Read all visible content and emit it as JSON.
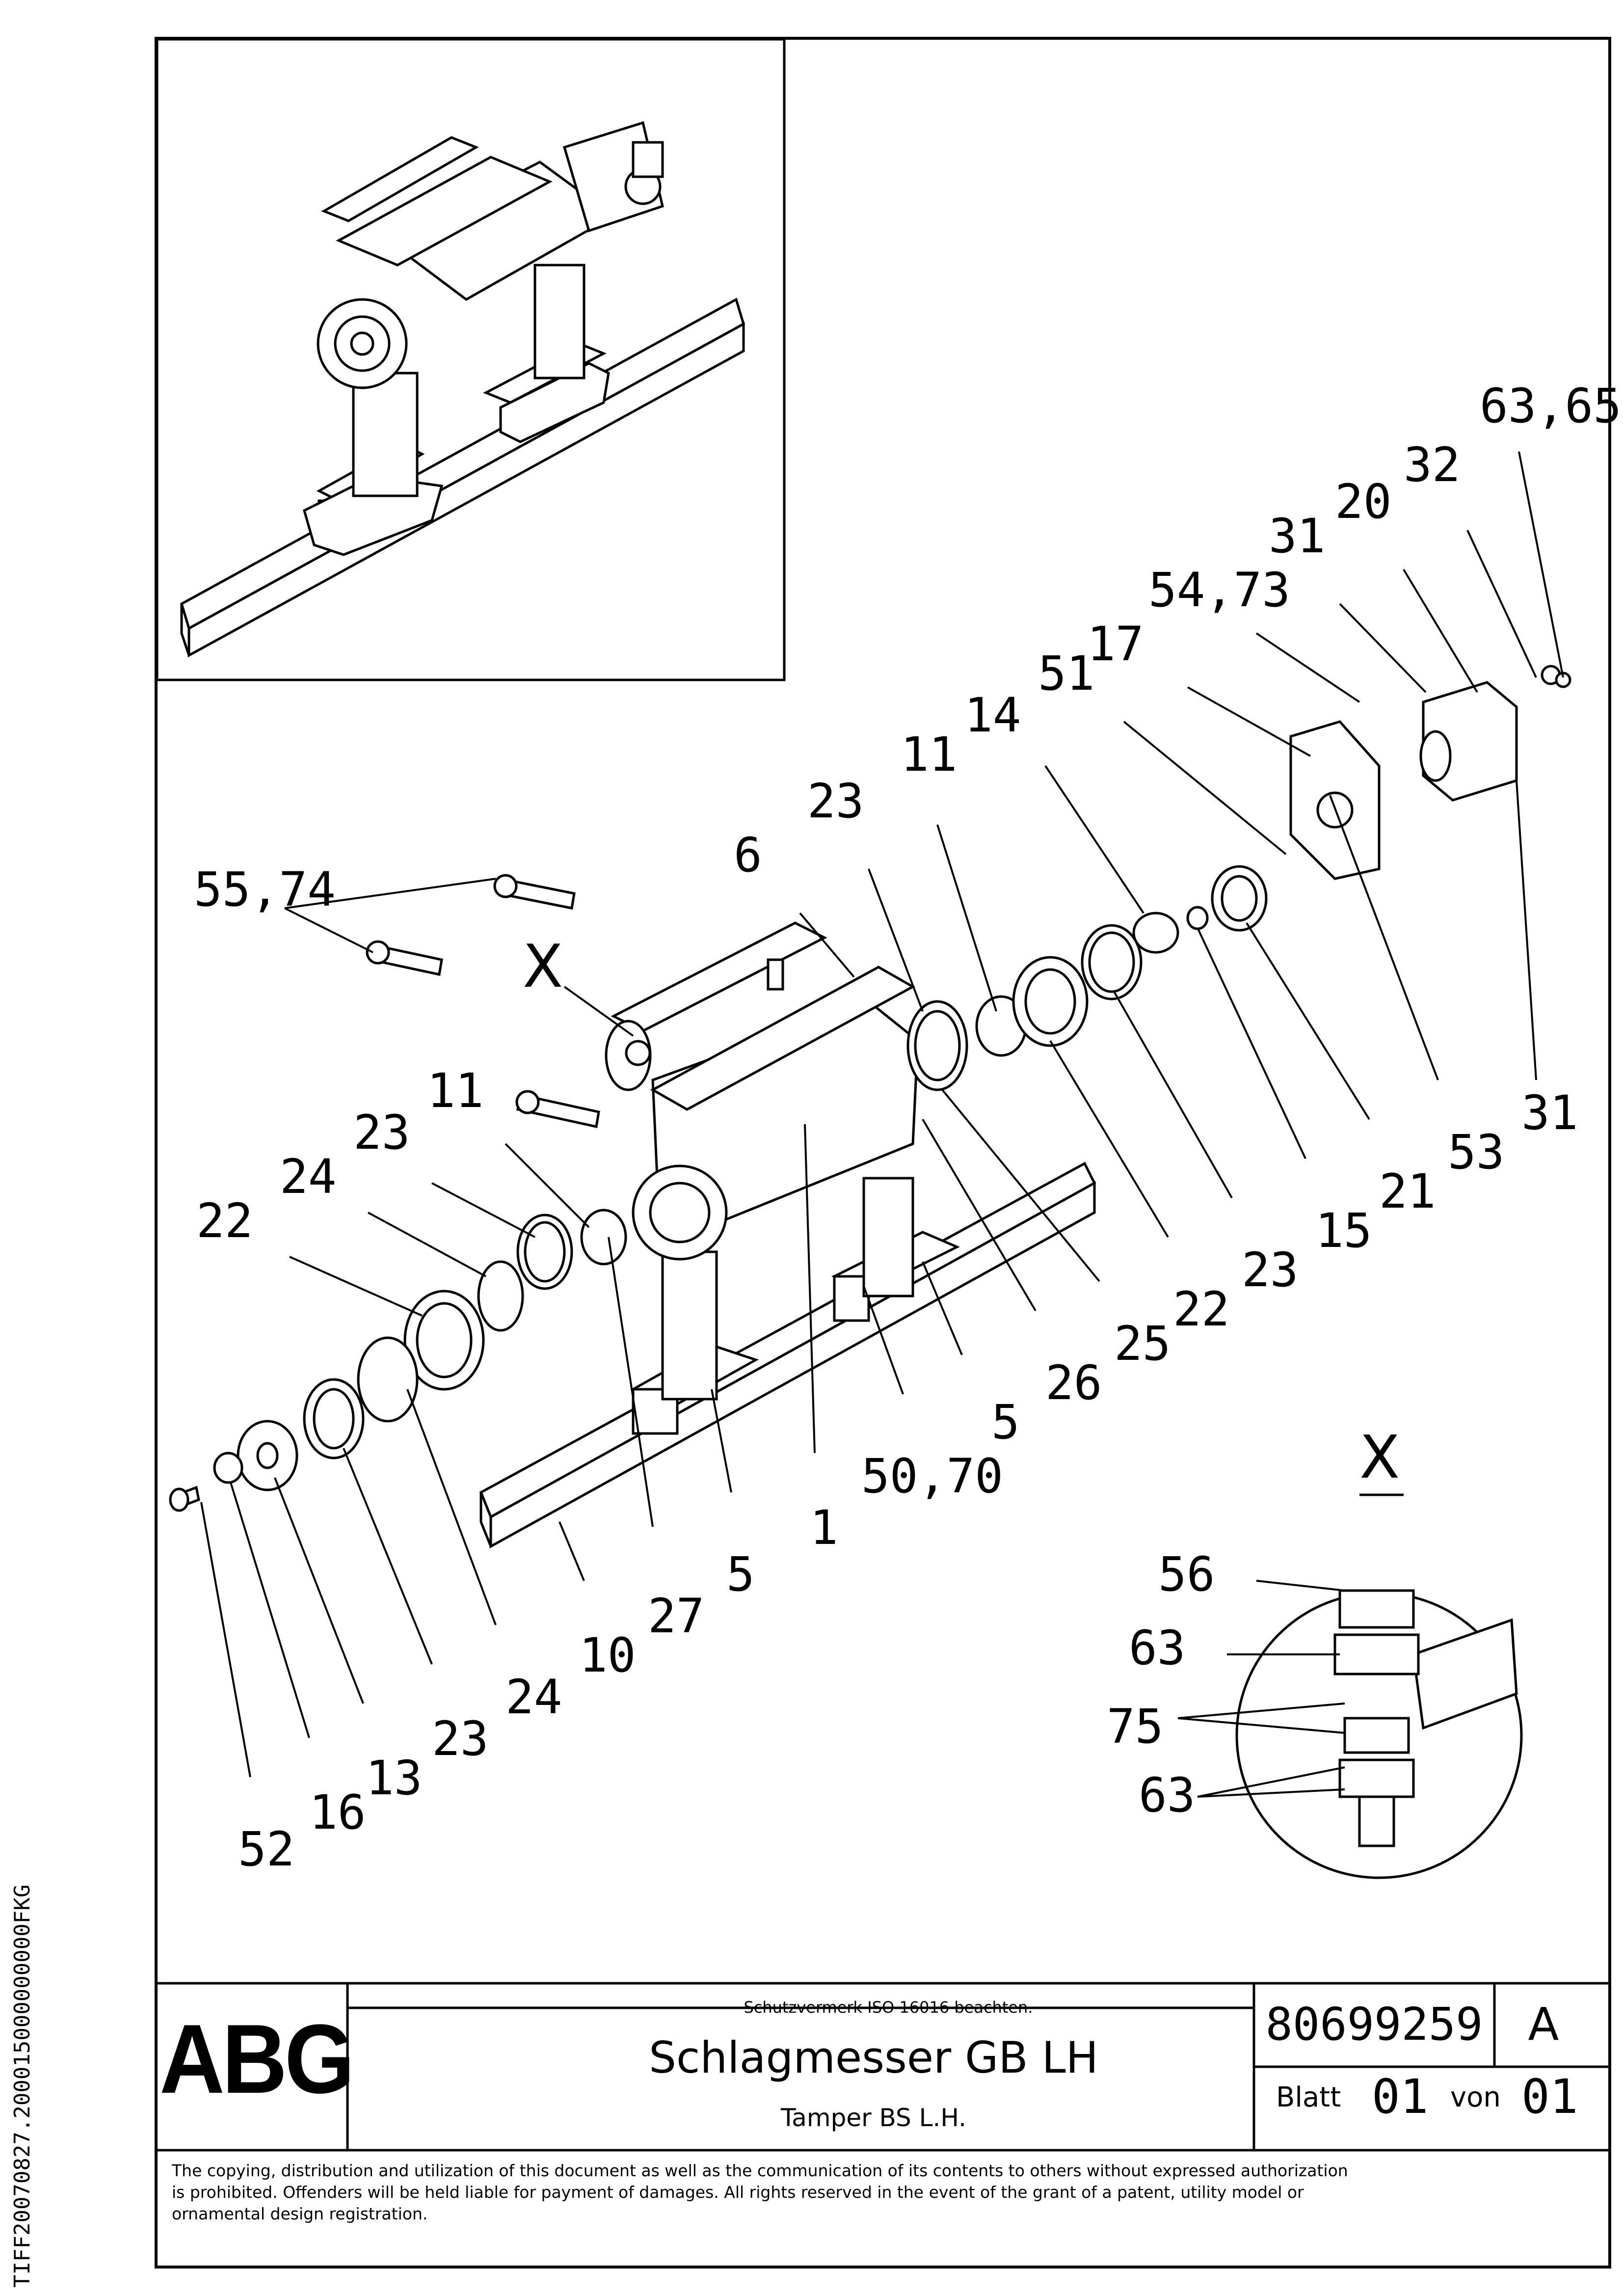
{
  "callouts": [
    "63,65",
    "32",
    "20",
    "31",
    "54,73",
    "17",
    "51",
    "14",
    "11",
    "23",
    "6",
    "55,74",
    "X",
    "11",
    "23",
    "24",
    "22",
    "31",
    "53",
    "21",
    "15",
    "23",
    "22",
    "25",
    "26",
    "5",
    "50,70",
    "1",
    "5",
    "27",
    "10",
    "24",
    "23",
    "13",
    "16",
    "52",
    "56",
    "63",
    "75",
    "63"
  ],
  "detail_label": "X",
  "title_block": {
    "logo": "ABG",
    "notice": "Schutzvermerk ISO 16016 beachten.",
    "title": "Schlagmesser GB LH",
    "subtitle": "Tamper BS L.H.",
    "doc_number": "80699259",
    "revision": "A",
    "sheet_label": "Blatt",
    "sheet_no": "01",
    "of_label": "von",
    "sheet_total": "01"
  },
  "legal_text": [
    "The copying, distribution and utilization of this document as well as the communication of its contents to others without expressed authorization",
    "is prohibited. Offenders will be held liable for payment of damages. All rights reserved in the event of the grant of a patent, utility model or",
    "ornamental design registration."
  ],
  "side_code": "TIFF20070827.200015000000000FKG"
}
